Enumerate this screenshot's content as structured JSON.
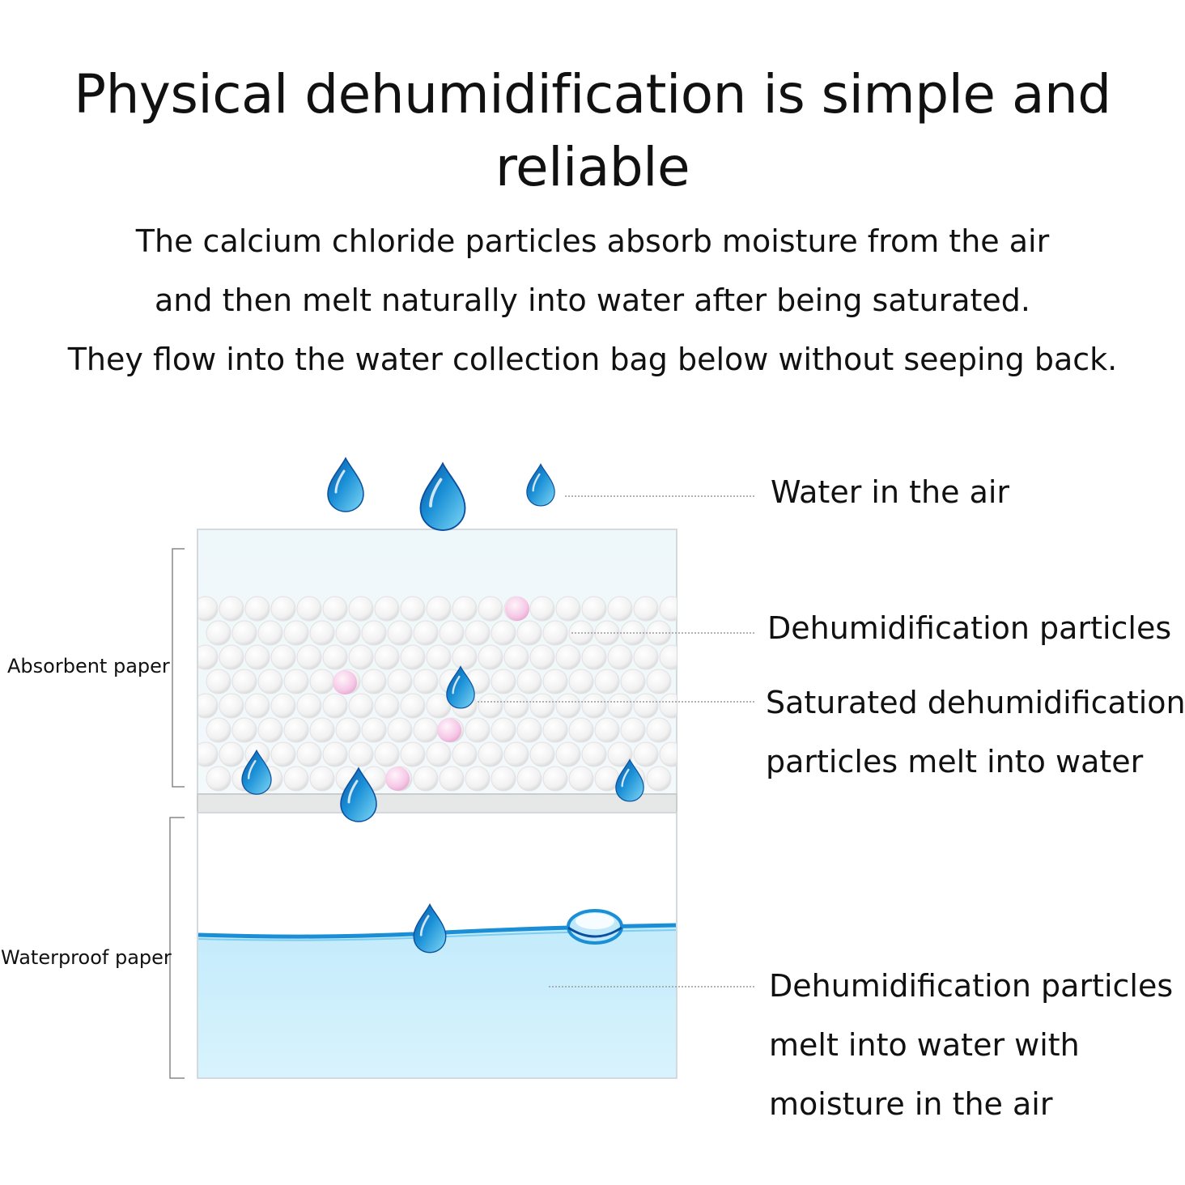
{
  "title": "Physical dehumidification is simple and reliable",
  "intro": [
    "The calcium chloride particles absorb moisture from the air",
    "and then melt naturally into water after being saturated.",
    "They flow into the water collection bag below without seeping back."
  ],
  "side_labels": {
    "absorbent": "Absorbent paper",
    "waterproof": "Waterproof paper"
  },
  "callouts": {
    "air": [
      "Water in the air"
    ],
    "particles": [
      "Dehumidification particles"
    ],
    "saturated": [
      "Saturated dehumidification",
      "particles melt into water"
    ],
    "melt": [
      "Dehumidification particles",
      "melt into water with",
      "moisture in the air"
    ]
  },
  "colors": {
    "drop": "#1a8fd6",
    "water": "#cdeefb",
    "water_line": "#1a8fd6",
    "particle": "#ececec",
    "saturated_particle": "#f3c6e6"
  },
  "icons": [
    "water-drop-icon",
    "bubble-icon"
  ]
}
